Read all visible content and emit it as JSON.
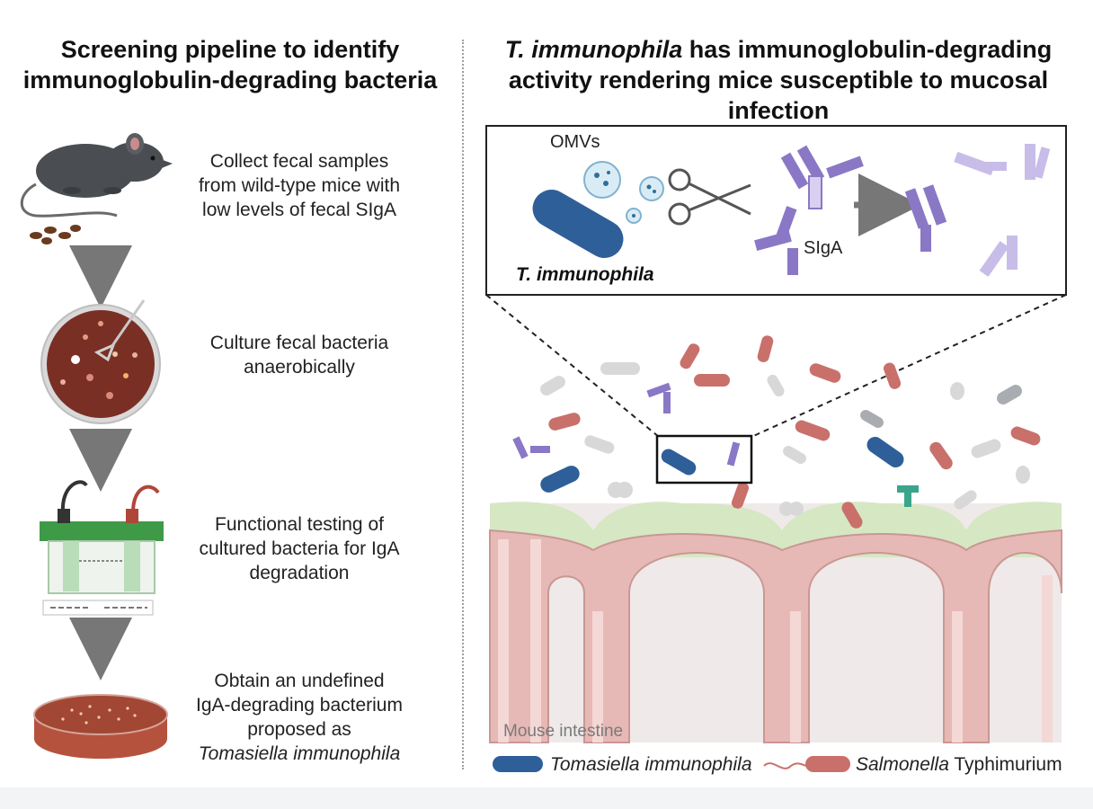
{
  "left_panel": {
    "title_line1": "Screening pipeline to identify",
    "title_line2": "immunoglobulin-degrading bacteria",
    "steps": [
      {
        "lines": [
          "Collect fecal samples",
          "from wild-type mice with",
          "low levels of fecal SIgA"
        ],
        "icon": "mouse-icon"
      },
      {
        "lines": [
          "Culture fecal bacteria",
          "anaerobically"
        ],
        "icon": "petri-dish-icon"
      },
      {
        "lines": [
          "Functional testing of",
          "cultured bacteria for IgA",
          "degradation"
        ],
        "icon": "gel-electrophoresis-icon"
      },
      {
        "lines": [
          "Obtain an undefined",
          "IgA-degrading bacterium",
          "proposed as",
          "Tomasiella immunophila"
        ],
        "icon": "culture-plate-icon"
      }
    ]
  },
  "right_panel": {
    "title_italic": "T. immunophila",
    "title_rest": " has immunoglobulin-degrading",
    "title_line2": "activity rendering mice susceptible to mucosal infection",
    "inset": {
      "omvs_label": "OMVs",
      "bacterium_label": "T. immunophila",
      "sIgA_label": "SIgA"
    },
    "intestine_label": "Mouse intestine",
    "legend": {
      "item1_italic": "Tomasiella immunophila",
      "item2_italic": "Salmonella",
      "item2_rest": " Typhimurium"
    }
  },
  "colors": {
    "t_immunophila": "#2e5f99",
    "salmonella": "#c9706b",
    "sIgA": "#8a78c6",
    "mucus": "#d6e7c3",
    "epithelium": "#e7b9b6",
    "arrow": "#777777"
  }
}
